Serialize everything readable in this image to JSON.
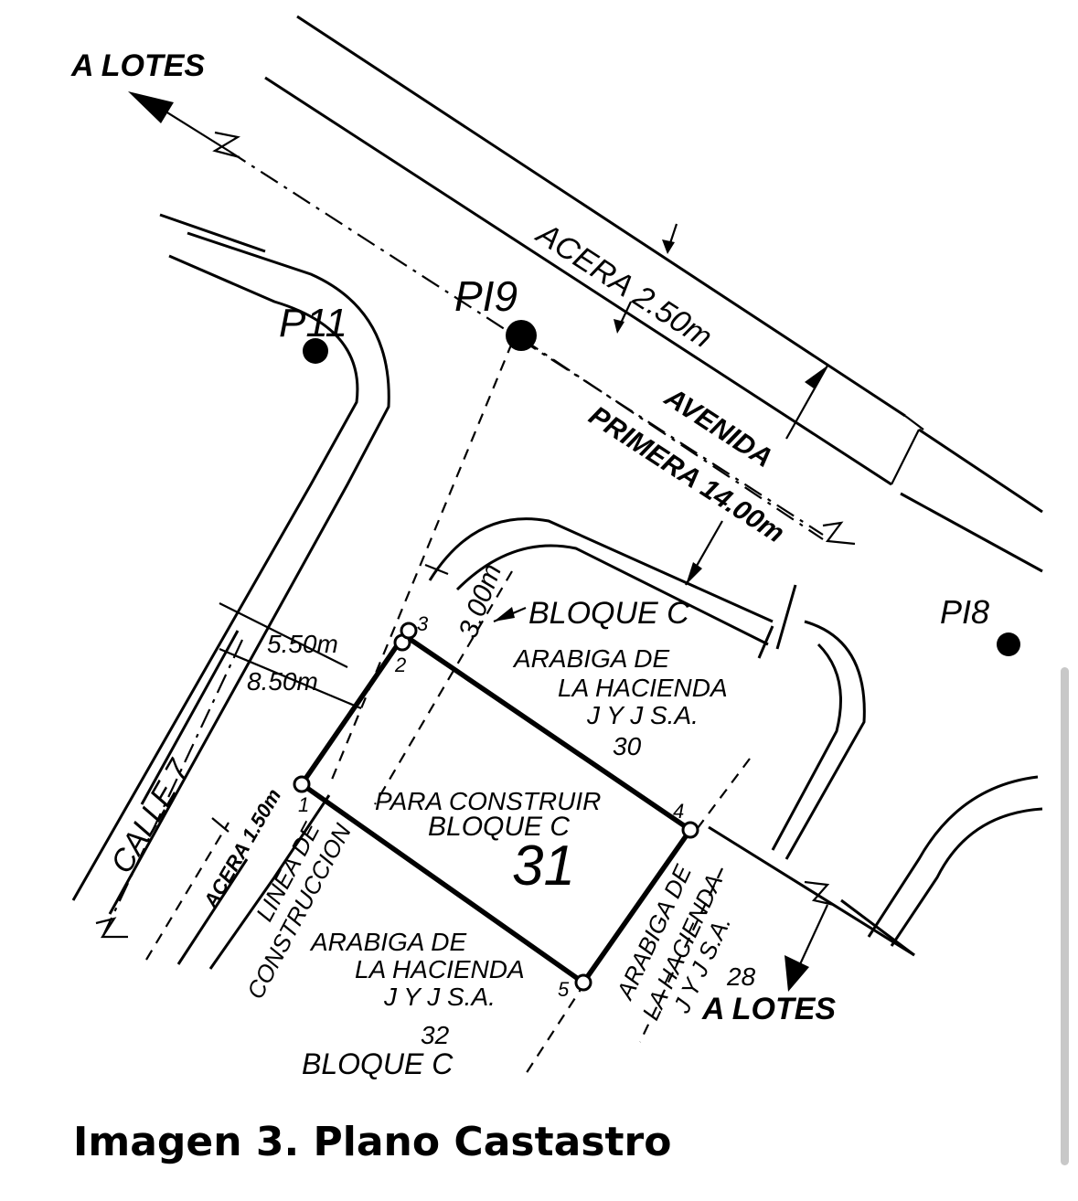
{
  "labels": {
    "lotes_top": "A LOTES",
    "acera_top": "ACERA 2.50m",
    "avenida": "AVENIDA",
    "primera": "PRIMERA 14.00m",
    "pi9": "PI9",
    "pi11": "P11",
    "pi8": "PI8",
    "dim_3_00": "3.00m",
    "dim_5_50": "5.50m",
    "dim_8_50": "8.50m",
    "calle_7": "CALLE 7",
    "acera_left": "ACERA 1.50m",
    "linea_de": "LINEA DE",
    "construccion": "CONSTRUCCION",
    "bloque_c_top": "BLOQUE C",
    "n30_line1": "ARABIGA DE",
    "n30_line2": "LA HACIENDA",
    "n30_line3": "J Y J S.A.",
    "n30_num": "30",
    "para_construir": "PARA CONSTRUIR",
    "bloque_c_mid": "BLOQUE C",
    "lot_number": "31",
    "n32_line1": "ARABIGA DE",
    "n32_line2": "LA HACIENDA",
    "n32_line3": "J Y J S.A.",
    "n32_num": "32",
    "bloque_c_bottom": "BLOQUE C",
    "r28_line1": "ARABIGA DE",
    "r28_line2": "LA HACIENDA",
    "r28_line3": "J Y J S.A.",
    "r28_num": "28",
    "lotes_bottom": "A LOTES",
    "v1": "1",
    "v2": "2",
    "v3": "3",
    "v4": "4",
    "v5": "5"
  },
  "caption": "Imagen 3. Plano Castastro"
}
